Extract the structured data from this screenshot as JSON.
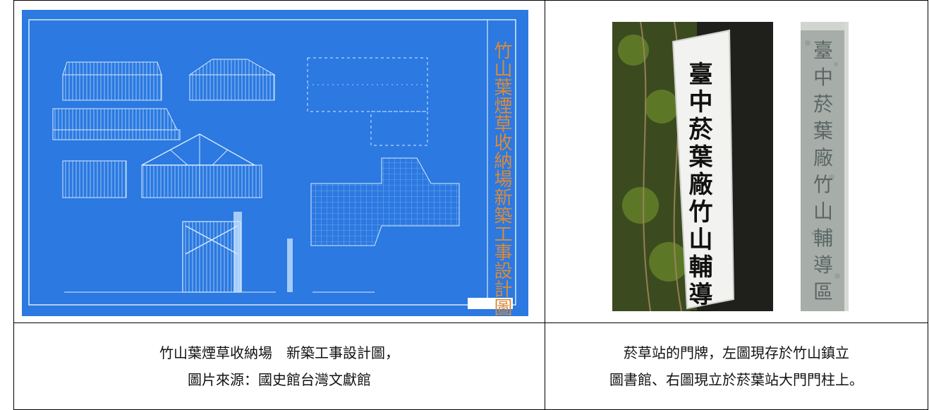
{
  "table": {
    "left_image": {
      "description_icon": "blueprint-drawing",
      "title_vertical": "竹山葉煙草收納場新築工事設計圖"
    },
    "right_image": {
      "sign_vertical_text": "臺中菸葉廠竹山輔導區",
      "stone_vertical_text": "臺中菸葉廠竹山輔導區"
    },
    "captions": {
      "left_line1": "竹山葉煙草收納場　新築工事設計圖，",
      "left_line2": "圖片來源：國史館台灣文獻館",
      "right_line1": "菸草站的門牌，左圖現存於竹山鎮立",
      "right_line2": "圖書館、右圖現立於菸葉站大門門柱上。"
    }
  },
  "colors": {
    "blueprint_bg": "#2f7fe6",
    "blueprint_line": "#d7ecff",
    "blueprint_title": "#d98a3a",
    "sign_white": "#f2f2f0",
    "stone_gray": "#a7aea9"
  }
}
